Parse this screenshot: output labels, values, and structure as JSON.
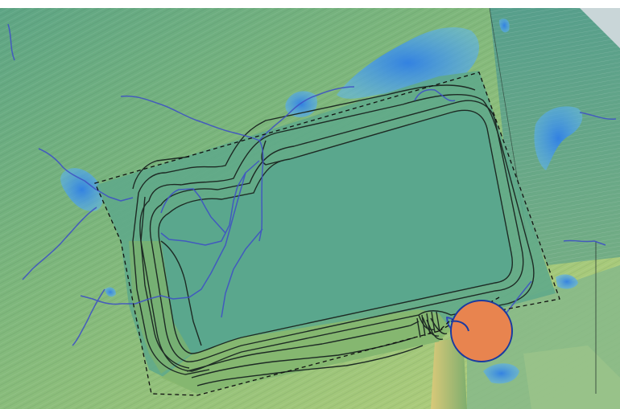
{
  "map": {
    "layers": [
      "terrain-hillshade",
      "flow-accumulation",
      "ponding-areas",
      "design-surface",
      "design-contours",
      "site-boundary",
      "marker"
    ],
    "colors": {
      "terrain_high": "#4f9a82",
      "terrain_mid": "#86bb78",
      "terrain_low": "#b9d17a",
      "terrain_sand": "#e2cf86",
      "design_surface": "#5fa88a",
      "contour": "#1d2a24",
      "flow_line": "#3f52c4",
      "ponding": "#3f97ee",
      "boundary": "#111111",
      "marker_fill": "#e8844f",
      "marker_stroke": "#1a3aa0",
      "background": "#ffffff",
      "neighbour_tile": "#c9d6d8"
    },
    "marker": {
      "icon": "circle-marker-icon"
    }
  }
}
